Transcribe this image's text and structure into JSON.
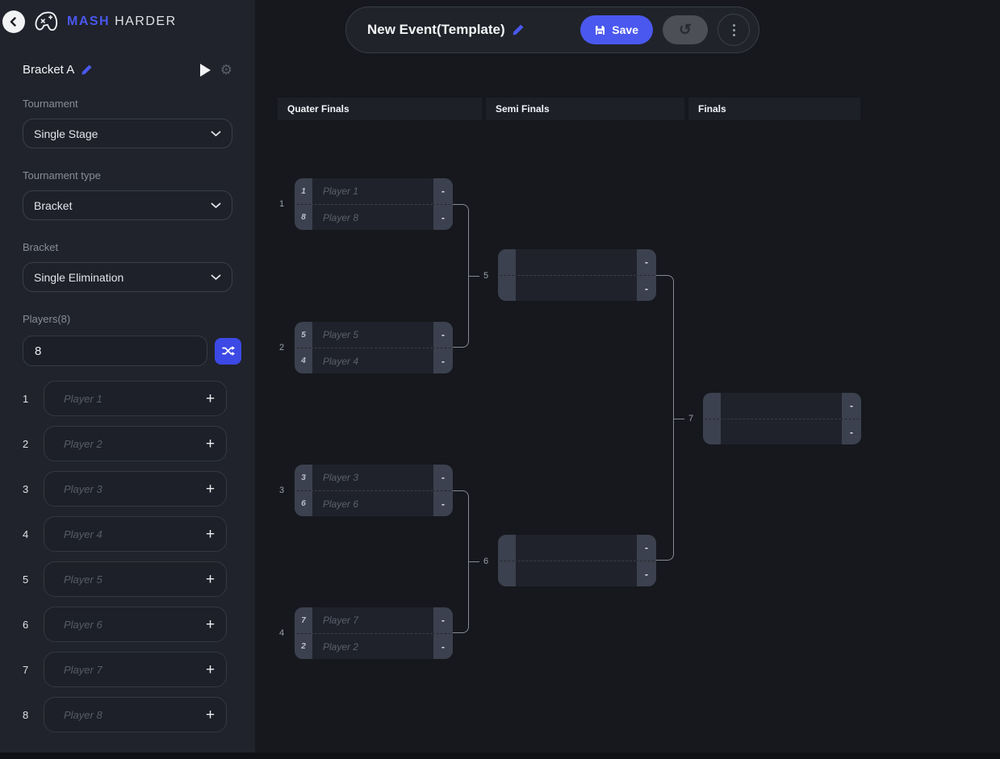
{
  "colors": {
    "accent": "#4a58ef",
    "sidebar_bg": "#20232b",
    "main_bg": "#16181d",
    "cell_gray": "#3b414e",
    "connector_line": "#858b93"
  },
  "sidebar": {
    "brand_primary": "MASH",
    "brand_secondary": "HARDER",
    "bracket_name": "Bracket A",
    "tournament_label": "Tournament",
    "tournament_value": "Single Stage",
    "tournament_type_label": "Tournament type",
    "tournament_type_value": "Bracket",
    "bracket_label": "Bracket",
    "bracket_value": "Single Elimination",
    "players_label": "Players(8)",
    "players_count_value": "8",
    "players": [
      {
        "num": "1",
        "placeholder": "Player 1"
      },
      {
        "num": "2",
        "placeholder": "Player 2"
      },
      {
        "num": "3",
        "placeholder": "Player 3"
      },
      {
        "num": "4",
        "placeholder": "Player 4"
      },
      {
        "num": "5",
        "placeholder": "Player 5"
      },
      {
        "num": "6",
        "placeholder": "Player 6"
      },
      {
        "num": "7",
        "placeholder": "Player 7"
      },
      {
        "num": "8",
        "placeholder": "Player 8"
      }
    ]
  },
  "topbar": {
    "title": "New Event(Template)",
    "save_label": "Save"
  },
  "bracket": {
    "round_headers": [
      "Quater Finals",
      "Semi Finals",
      "Finals"
    ],
    "matches": [
      {
        "num": "1",
        "top": {
          "seed": "1",
          "name": "Player 1",
          "score": "-"
        },
        "bottom": {
          "seed": "8",
          "name": "Player 8",
          "score": "-"
        }
      },
      {
        "num": "2",
        "top": {
          "seed": "5",
          "name": "Player 5",
          "score": "-"
        },
        "bottom": {
          "seed": "4",
          "name": "Player 4",
          "score": "-"
        }
      },
      {
        "num": "3",
        "top": {
          "seed": "3",
          "name": "Player 3",
          "score": "-"
        },
        "bottom": {
          "seed": "6",
          "name": "Player 6",
          "score": "-"
        }
      },
      {
        "num": "4",
        "top": {
          "seed": "7",
          "name": "Player 7",
          "score": "-"
        },
        "bottom": {
          "seed": "2",
          "name": "Player 2",
          "score": "-"
        }
      },
      {
        "num": "5",
        "top": {
          "seed": "",
          "name": "",
          "score": "-"
        },
        "bottom": {
          "seed": "",
          "name": "",
          "score": "-"
        }
      },
      {
        "num": "6",
        "top": {
          "seed": "",
          "name": "",
          "score": "-"
        },
        "bottom": {
          "seed": "",
          "name": "",
          "score": "-"
        }
      },
      {
        "num": "7",
        "top": {
          "seed": "",
          "name": "",
          "score": "-"
        },
        "bottom": {
          "seed": "",
          "name": "",
          "score": "-"
        }
      }
    ]
  }
}
